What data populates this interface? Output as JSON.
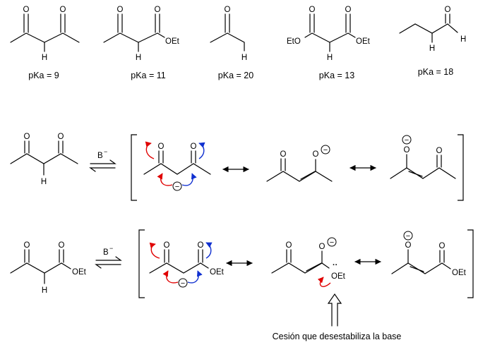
{
  "atoms": {
    "O": "O",
    "H": "H",
    "OEt": "OEt",
    "EtO": "EtO",
    "base": "B",
    "minus": "−",
    "lone_pair": "··"
  },
  "pka_values": [
    {
      "label": "pKa = 9",
      "value": 9
    },
    {
      "label": "pKa = 11",
      "value": 11
    },
    {
      "label": "pKa = 20",
      "value": 20
    },
    {
      "label": "pKa = 13",
      "value": 13
    },
    {
      "label": "pKa = 18",
      "value": 18
    }
  ],
  "caption": "Cesión que desestabiliza la base",
  "colors": {
    "push_arrow_red": "#e00000",
    "push_arrow_blue": "#1030d0",
    "line": "#000000"
  }
}
